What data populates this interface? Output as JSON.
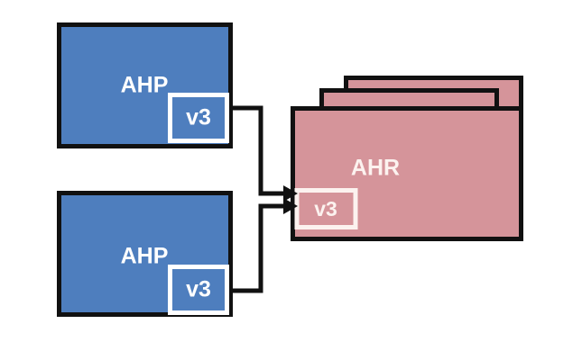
{
  "diagram": {
    "type": "block-diagram",
    "background_color": "#ffffff",
    "nodes": {
      "ahp_top": {
        "label": "AHP",
        "version_label": "v3",
        "fill_color": "#4e7ebe",
        "border_color": "#111111",
        "text_color": "#ffffff",
        "version_border_color": "#ffffff"
      },
      "ahp_bottom": {
        "label": "AHP",
        "version_label": "v3",
        "fill_color": "#4e7ebe",
        "border_color": "#111111",
        "text_color": "#ffffff",
        "version_border_color": "#ffffff"
      },
      "ahr_stack": {
        "label": "AHR",
        "version_label": "v3",
        "fill_color": "#d5949a",
        "border_color": "#111111",
        "text_color": "#fcf2ef",
        "version_border_color": "#fcf2ef",
        "card_count": 3
      }
    },
    "connectors": [
      {
        "from": "ahp_top",
        "to": "ahr_stack",
        "color": "#111111",
        "arrow": "triangle"
      },
      {
        "from": "ahp_bottom",
        "to": "ahr_stack",
        "color": "#111111",
        "arrow": "triangle"
      }
    ]
  }
}
